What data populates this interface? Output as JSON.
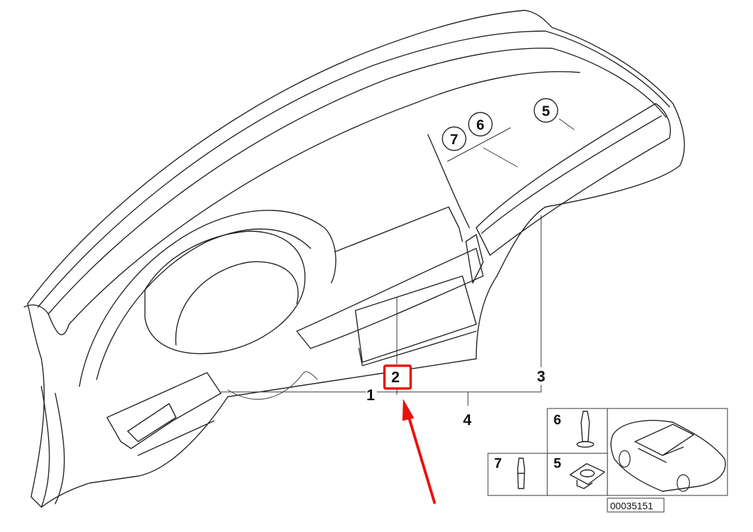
{
  "callouts": {
    "part_1": "1",
    "part_2": "2",
    "part_3": "3",
    "part_4": "4",
    "part_5": "5",
    "part_6": "6",
    "part_7": "7"
  },
  "inset": {
    "cell_6": "6",
    "cell_7": "7",
    "cell_5": "5",
    "part_number": "00035151"
  },
  "highlight": {
    "target_label": "2",
    "highlight_color": "#e8120c",
    "arrow_color": "#e8120c"
  }
}
